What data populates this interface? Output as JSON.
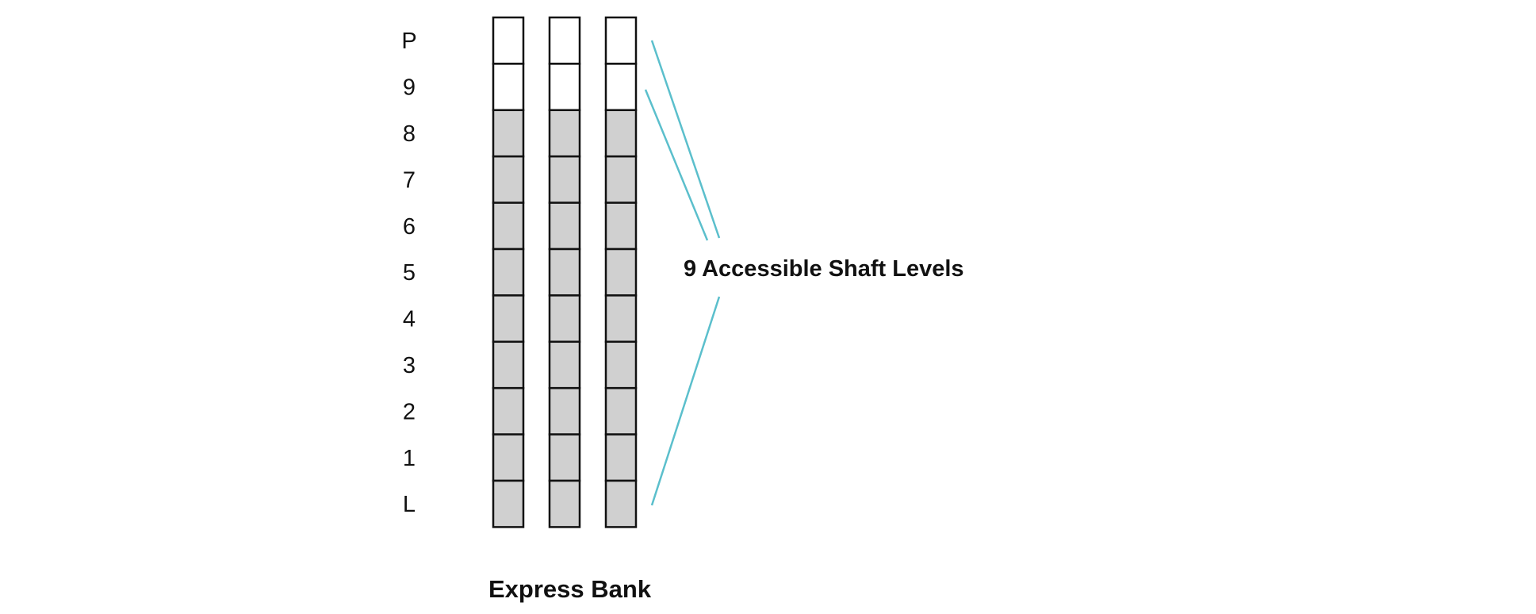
{
  "diagram": {
    "floors": [
      "P",
      "9",
      "8",
      "7",
      "6",
      "5",
      "4",
      "3",
      "2",
      "1",
      "L"
    ],
    "accessible_floors": [
      "8",
      "7",
      "6",
      "5",
      "4",
      "3",
      "2",
      "1",
      "L"
    ],
    "shaft_count": 3,
    "annotation_label": "9 Accessible Shaft Levels",
    "caption": "Express Bank",
    "colors": {
      "accessible_fill": "#d0d0d0",
      "inaccessible_fill": "#ffffff",
      "cell_stroke": "#111111",
      "bracket_line": "#5bbfcc",
      "text": "#111111"
    }
  }
}
